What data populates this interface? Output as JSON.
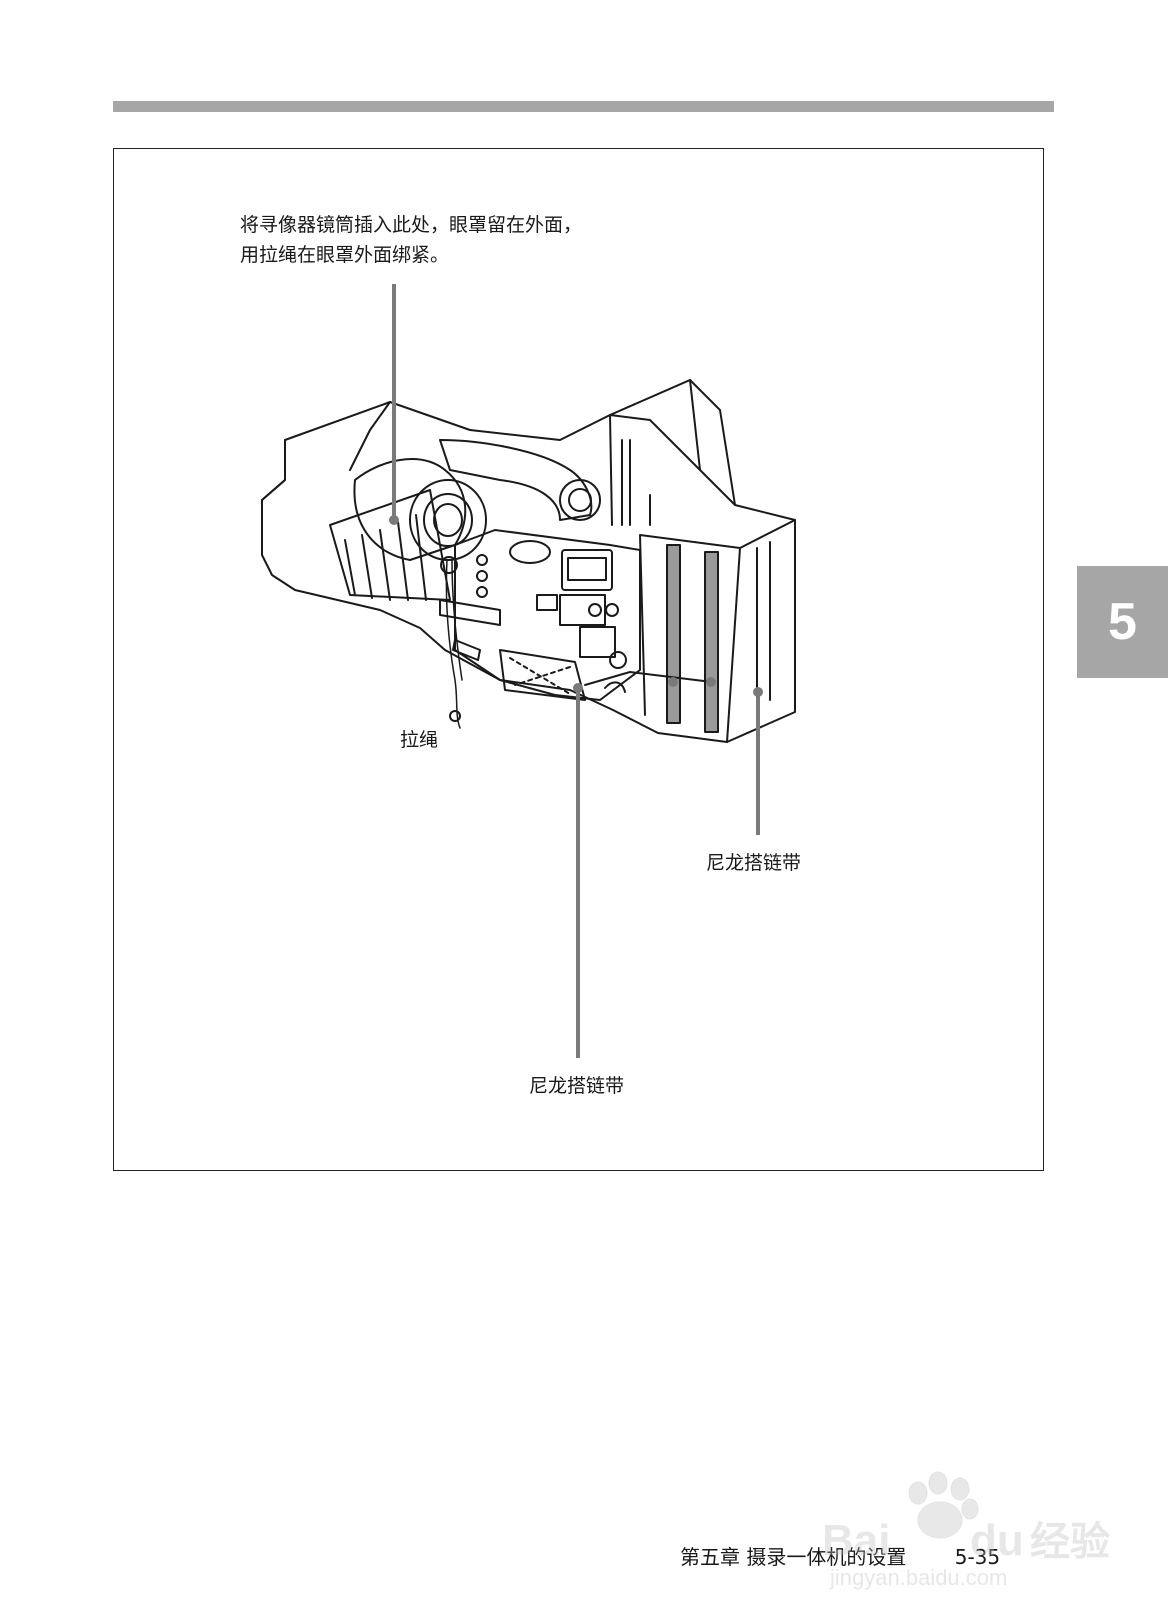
{
  "callouts": {
    "viewfinder_line1": "将寻像器镜筒插入此处，眼罩留在外面，",
    "viewfinder_line2": "用拉绳在眼罩外面绑紧。",
    "pull_cord": "拉绳",
    "velcro_strap_right": "尼龙搭链带",
    "velcro_strap_bottom": "尼龙搭链带"
  },
  "chapter_tab": "5",
  "footer": {
    "chapter_title": "第五章  摄录一体机的设置",
    "page_number": "5-35"
  },
  "watermark": {
    "brand": "Bai",
    "brand_suffix": "du",
    "service": "经验",
    "url": "jingyan.baidu.com"
  },
  "colors": {
    "rule_gray": "#a6a6a6",
    "leader_gray": "#7a7a7a",
    "line_black": "#1a1a1a"
  }
}
